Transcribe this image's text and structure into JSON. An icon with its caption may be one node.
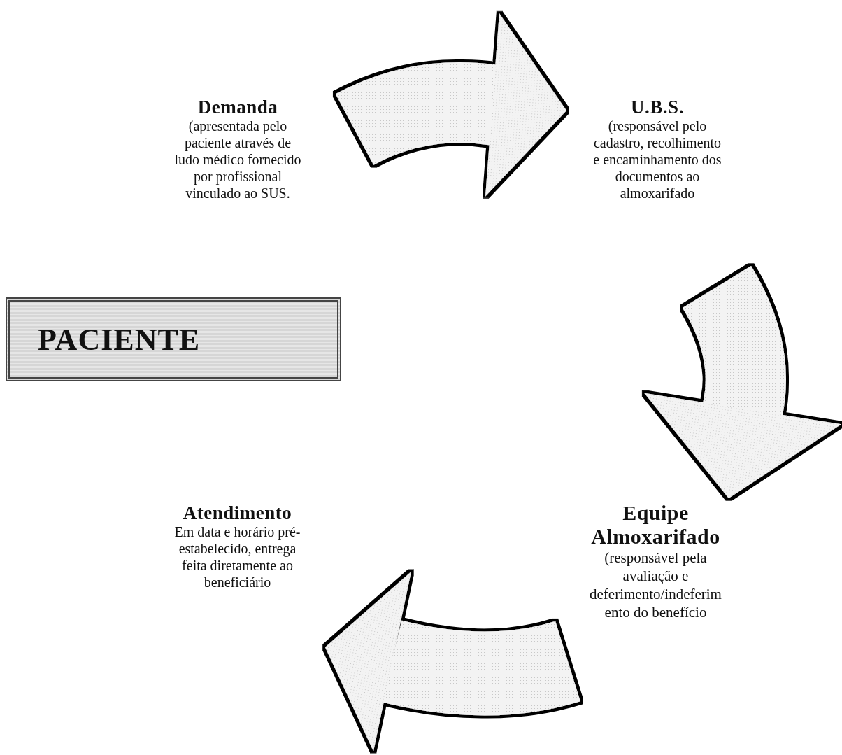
{
  "diagram": {
    "nodes": [
      {
        "text": [
          "PACIENTE"
        ]
      },
      {
        "text": [
          "Demanda",
          "(apresentada pelo paciente através de ludo médico fornecido por profissional vinculado ao SUS."
        ]
      },
      {
        "text": [
          "U.B.S.",
          "(responsável pelo cadastro, recolhimento e encaminhamento dos documentos ao almoxarifado"
        ]
      },
      {
        "text": [
          "Equipe Almoxarifado",
          "(responsável pela avaliação e deferimento/indeferim ento do benefício"
        ]
      },
      {
        "text": [
          "Atendimento",
          "Em data e horário pré-estabelecido, entrega feita diretamente ao beneficiário"
        ]
      }
    ],
    "edges": [
      {
        "from": 1,
        "to": 2,
        "arrow": "to"
      },
      {
        "from": 2,
        "to": 3,
        "arrow": "to"
      },
      {
        "from": 3,
        "to": 4,
        "arrow": "to"
      }
    ]
  }
}
